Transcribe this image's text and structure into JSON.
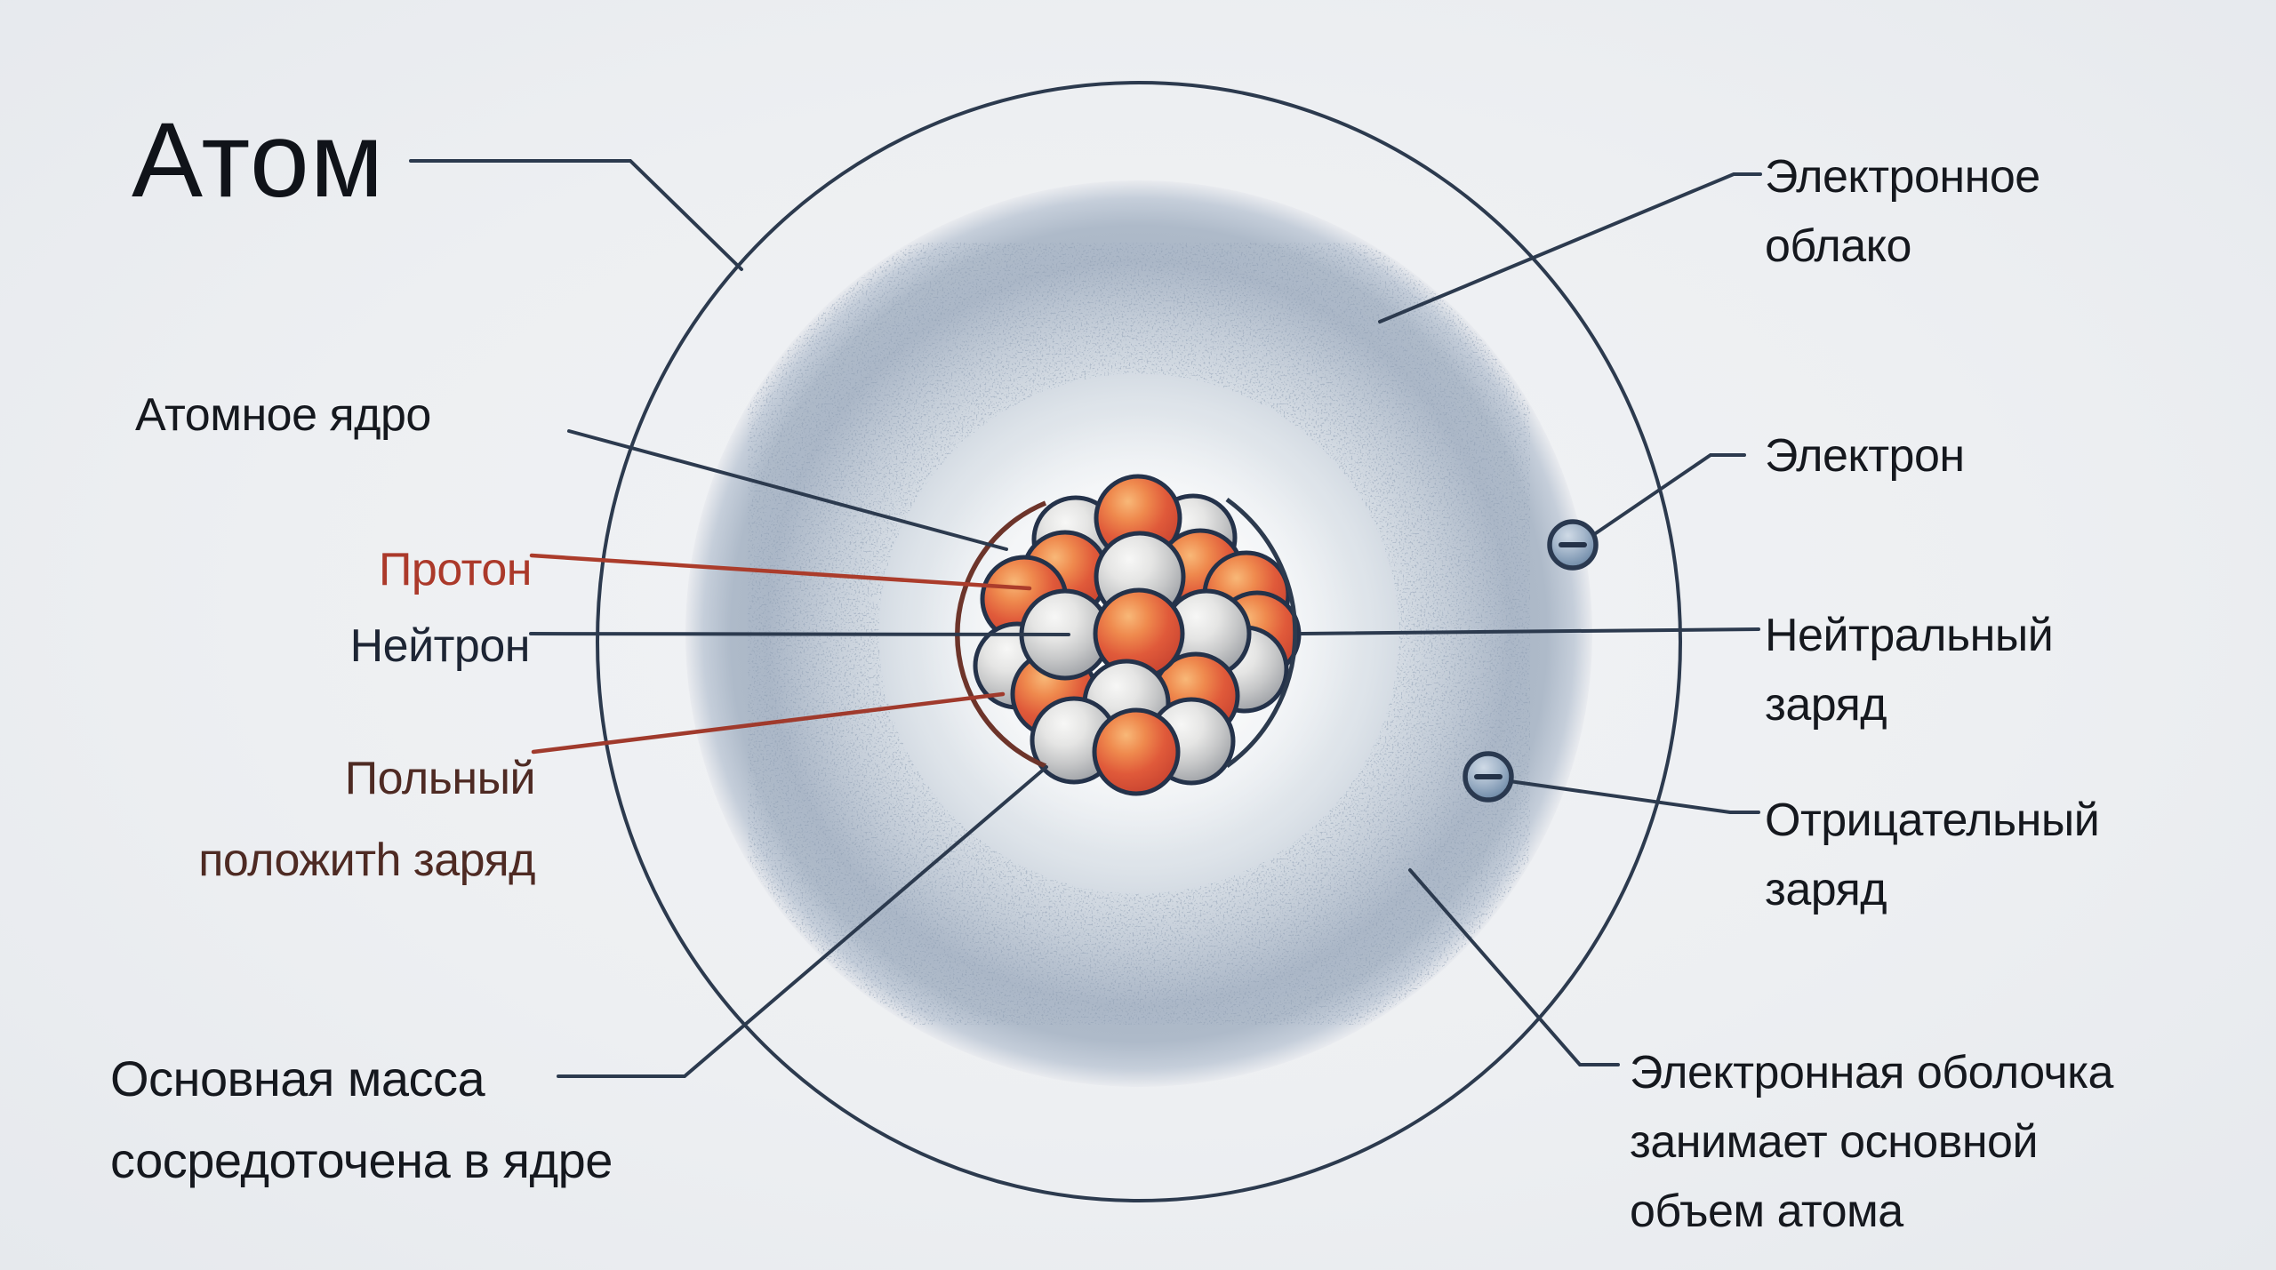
{
  "title": "Атом",
  "colors": {
    "background": "#edeff2",
    "line_navy": "#2c3a4e",
    "text_dark": "#15181e",
    "proton_red": "#ab392a",
    "positive_maroon": "#4e2a23",
    "nucleus_arc_maroon": "#6d342a",
    "proton_sphere_orange": "#e2603d",
    "neutron_sphere_gray": "#c9cacc",
    "electron_blue": "#8ea6bf",
    "electron_cloud_gray": "#aeb9c8"
  },
  "labels": {
    "electron_cloud": {
      "line1": "Электронное",
      "line2": "облако"
    },
    "electron": "Электрон",
    "neutral_charge": {
      "line1": "Нейтральный",
      "line2": "заряд"
    },
    "negative_charge": {
      "line1": "Отрицательный",
      "line2": "заряд"
    },
    "electron_shell": {
      "line1": "Электронная оболочка",
      "line2": "занимает основной",
      "line3": "объем атома"
    },
    "atomic_nucleus": "Атомное ядро",
    "proton": "Протон",
    "neutron": "Нейтрон",
    "positive_charge": {
      "line1": "Польный",
      "line2": "положитһ заряд"
    },
    "mass_note": {
      "line1": "Основная масса",
      "line2": "сосредоточена в ядре"
    }
  },
  "electrons": [
    {
      "charge_symbol": "−"
    },
    {
      "charge_symbol": "−"
    }
  ]
}
